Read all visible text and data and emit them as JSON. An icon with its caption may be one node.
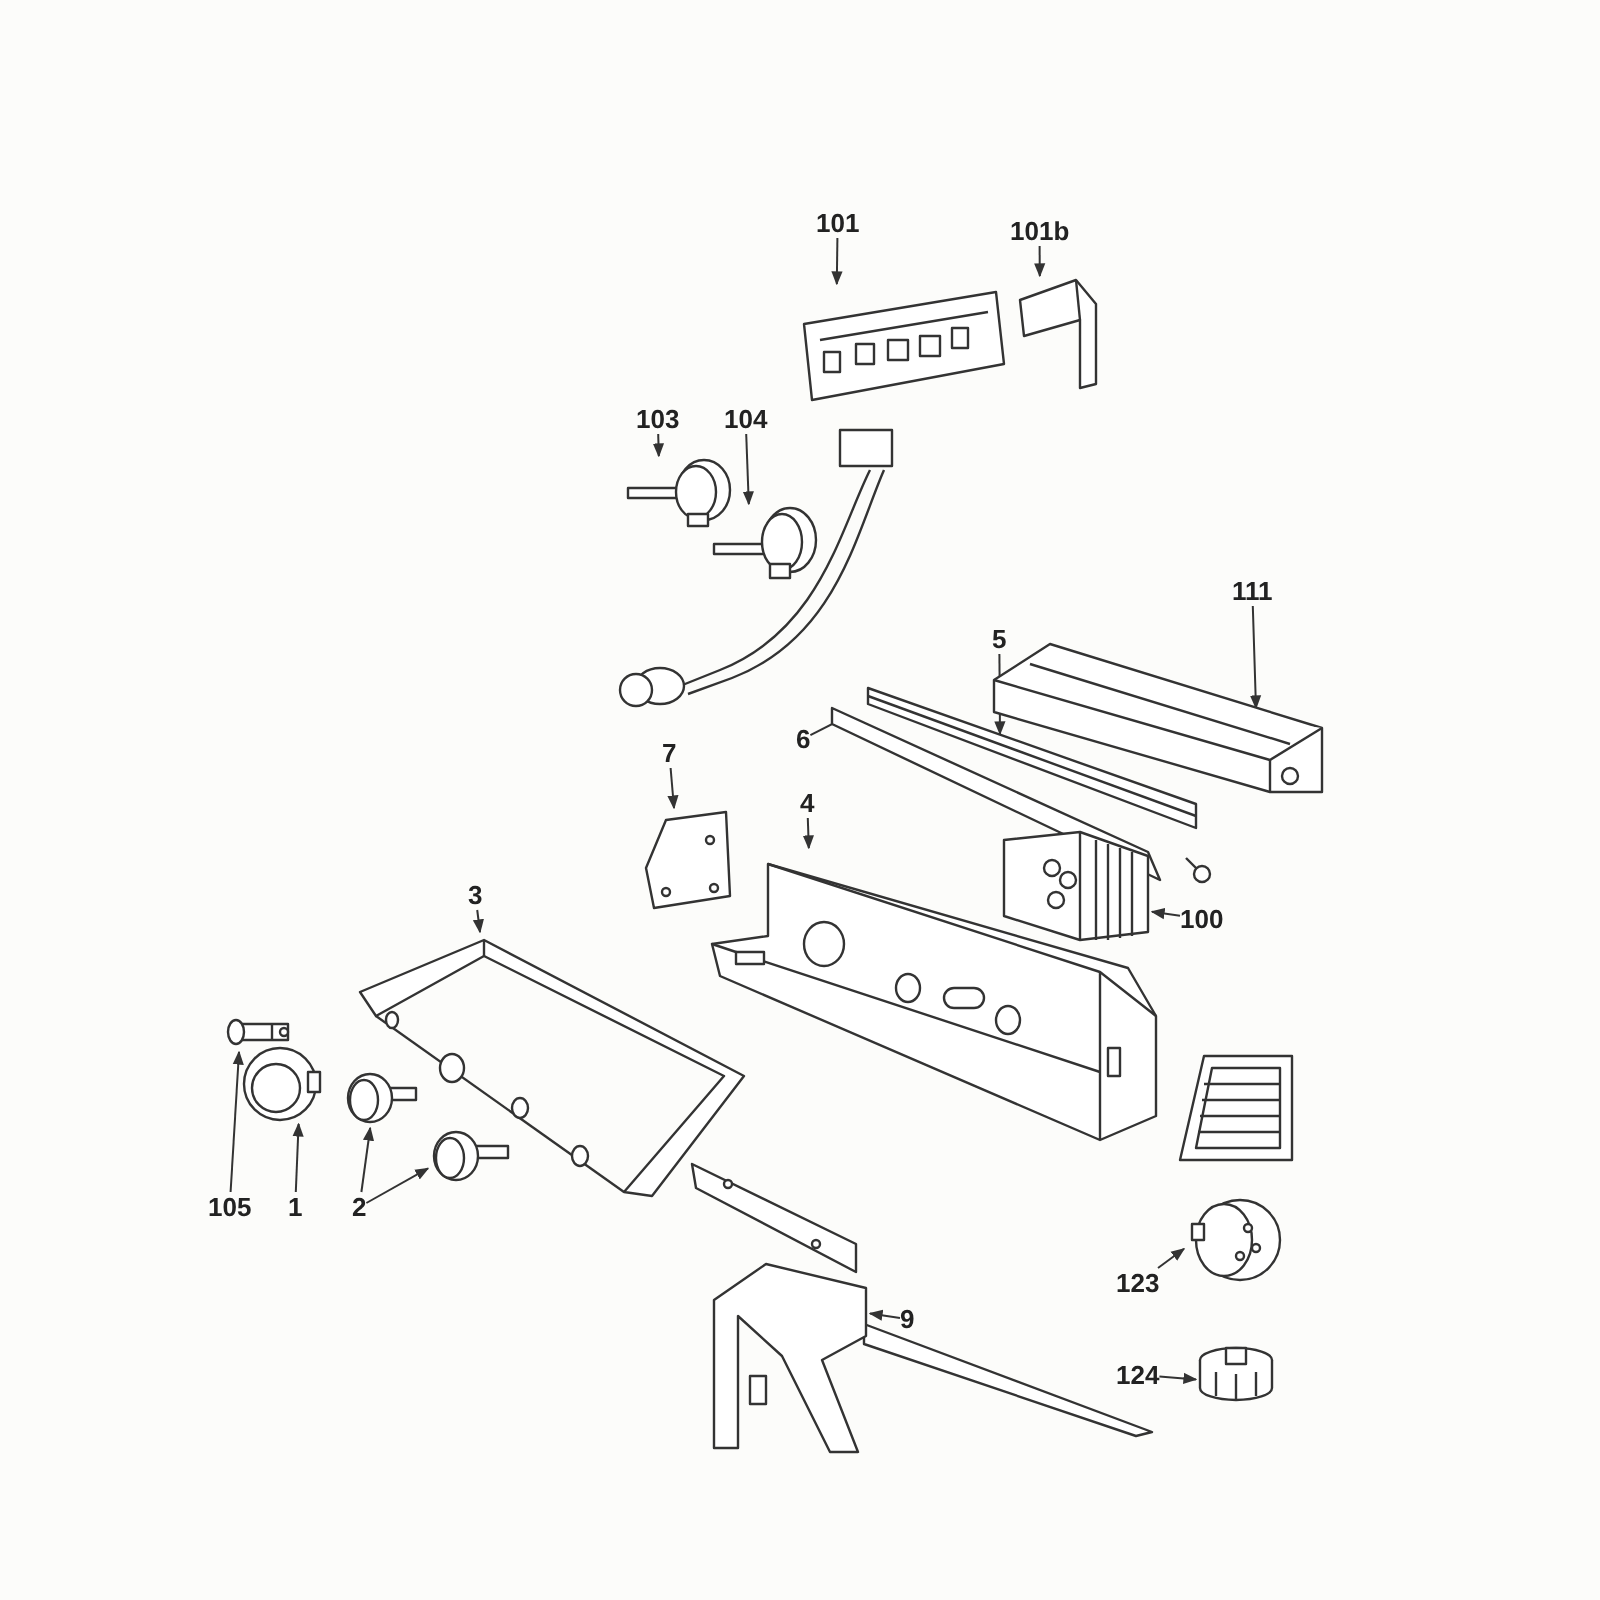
{
  "diagram": {
    "nodes": [
      {
        "text": [
          "101"
        ]
      },
      {
        "text": [
          "101b"
        ]
      },
      {
        "text": [
          "103"
        ]
      },
      {
        "text": [
          "104"
        ]
      },
      {
        "text": [
          "111"
        ]
      },
      {
        "text": [
          "5"
        ]
      },
      {
        "text": [
          "6"
        ]
      },
      {
        "text": [
          "7"
        ]
      },
      {
        "text": [
          "4"
        ]
      },
      {
        "text": [
          "100"
        ]
      },
      {
        "text": [
          "3"
        ]
      },
      {
        "text": [
          "105"
        ]
      },
      {
        "text": [
          "1"
        ]
      },
      {
        "text": [
          "2"
        ]
      },
      {
        "text": [
          "9"
        ]
      },
      {
        "text": [
          "123"
        ]
      },
      {
        "text": [
          "124"
        ]
      },
      {
        "text": [],
        "shape": "picture"
      },
      {
        "text": [],
        "shape": "picture"
      },
      {
        "text": [],
        "shape": "picture"
      },
      {
        "text": [],
        "shape": "picture"
      },
      {
        "text": [],
        "shape": "picture"
      },
      {
        "text": [],
        "shape": "picture"
      },
      {
        "text": [],
        "shape": "picture"
      },
      {
        "text": [],
        "shape": "picture"
      },
      {
        "text": [],
        "shape": "picture"
      },
      {
        "text": [],
        "shape": "picture"
      },
      {
        "text": [],
        "shape": "picture"
      },
      {
        "text": [],
        "shape": "picture"
      },
      {
        "text": [],
        "shape": "picture"
      },
      {
        "text": [],
        "shape": "picture"
      },
      {
        "text": [],
        "shape": "picture"
      },
      {
        "text": [],
        "shape": "picture"
      },
      {
        "text": [],
        "shape": "picture"
      },
      {
        "text": [],
        "shape": "picture"
      }
    ],
    "edges": [
      {
        "from": 0,
        "to": 17,
        "arrow": "to"
      },
      {
        "from": 1,
        "to": 18,
        "arrow": "to"
      },
      {
        "from": 2,
        "to": 19,
        "arrow": "to"
      },
      {
        "from": 3,
        "to": 20,
        "arrow": "to"
      },
      {
        "from": 4,
        "to": 21,
        "arrow": "to"
      },
      {
        "from": 5,
        "to": 22,
        "arrow": "to"
      },
      {
        "from": 6,
        "to": 23,
        "arrow": "to"
      },
      {
        "from": 7,
        "to": 24,
        "arrow": "to"
      },
      {
        "from": 8,
        "to": 25,
        "arrow": "to"
      },
      {
        "from": 9,
        "to": 26,
        "arrow": "to"
      },
      {
        "from": 10,
        "to": 27,
        "arrow": "to"
      },
      {
        "from": 11,
        "to": 28,
        "arrow": "to"
      },
      {
        "from": 12,
        "to": 29,
        "arrow": "to"
      },
      {
        "from": 13,
        "to": 30,
        "arrow": "to"
      },
      {
        "from": 13,
        "to": 31,
        "arrow": "to"
      },
      {
        "from": 14,
        "to": 32,
        "arrow": "to"
      },
      {
        "from": 15,
        "to": 33,
        "arrow": "to"
      },
      {
        "from": 16,
        "to": 34,
        "arrow": "to"
      }
    ]
  }
}
